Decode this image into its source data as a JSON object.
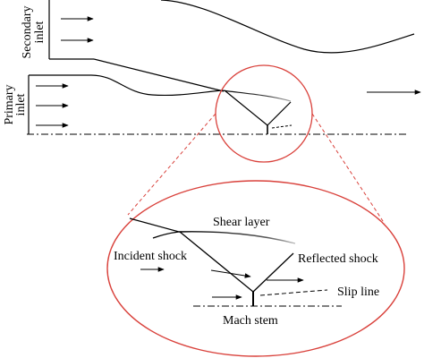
{
  "labels": {
    "secondary_inlet_line1": "Secondary",
    "secondary_inlet_line2": "inlet",
    "primary_inlet_line1": "Primary",
    "primary_inlet_line2": "inlet",
    "shear_layer": "Shear layer",
    "incident_shock": "Incident shock",
    "reflected_shock": "Reflected shock",
    "slip_line": "Slip line",
    "mach_stem": "Mach stem"
  },
  "colors": {
    "stroke": "#000000",
    "zoom_circle": "#d9413b",
    "shear_fade": "#9a9a9a",
    "background": "#ffffff"
  }
}
